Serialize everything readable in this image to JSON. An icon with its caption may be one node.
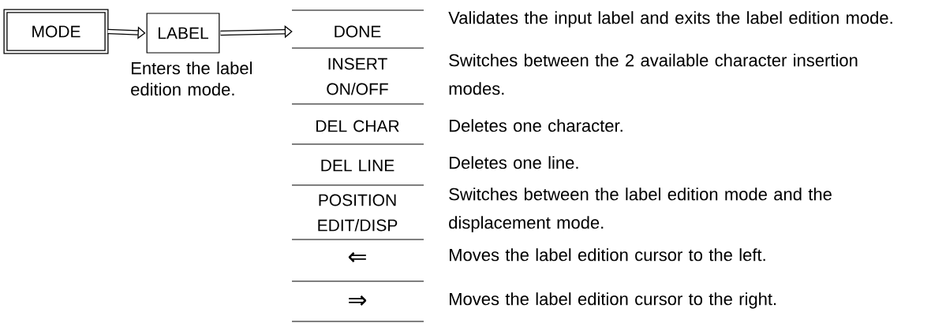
{
  "diagram": {
    "nodes": [
      {
        "text": [
          "MODE"
        ]
      },
      {
        "text": [
          "LABEL"
        ],
        "beside": [
          "Enters the label edition mode."
        ]
      },
      {
        "text": [
          "DONE"
        ],
        "beside": [
          "Validates the input label and exits the label edition mode."
        ]
      },
      {
        "text": [
          "INSERT ON/OFF"
        ],
        "beside": [
          "Switches between the 2 available character insertion modes."
        ]
      },
      {
        "text": [
          "DEL CHAR"
        ],
        "beside": [
          "Deletes one character."
        ]
      },
      {
        "text": [
          "DEL LINE"
        ],
        "beside": [
          "Deletes one line."
        ]
      },
      {
        "text": [
          "POSITION EDIT/DISP"
        ],
        "beside": [
          "Switches between the label edition mode and the displacement mode."
        ]
      },
      {
        "text": [
          "⇐"
        ],
        "beside": [
          "Moves the label edition cursor to the left."
        ]
      },
      {
        "text": [
          "⇒"
        ],
        "beside": [
          "Moves the label edition cursor to the right."
        ]
      }
    ],
    "edges": [
      {
        "from": 0,
        "to": 1,
        "arrow": "to"
      },
      {
        "from": 1,
        "to": 2,
        "arrow": "to"
      }
    ]
  }
}
